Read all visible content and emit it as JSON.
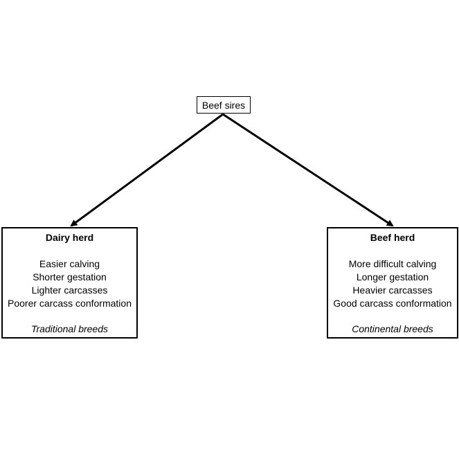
{
  "top": {
    "label": "Beef sires"
  },
  "dairy": {
    "title": "Dairy herd",
    "traits": [
      "Easier calving",
      "Shorter gestation",
      "Lighter carcasses",
      "Poorer carcass conformation"
    ],
    "breeds": "Traditional breeds"
  },
  "beef": {
    "title": "Beef herd",
    "traits": [
      "More difficult calving",
      "Longer gestation",
      "Heavier carcasses",
      "Good carcass conformation"
    ],
    "breeds": "Continental breeds"
  },
  "colors": {
    "stroke": "#000000",
    "background": "#ffffff"
  }
}
